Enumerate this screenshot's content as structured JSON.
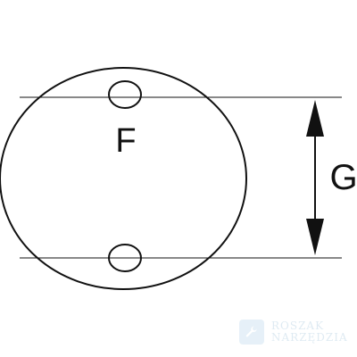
{
  "diagram": {
    "labels": {
      "f": "F",
      "g": "G"
    }
  },
  "watermark": {
    "line1": "Roszak",
    "line2": "Narzędzia",
    "icon": "wrench-icon",
    "color": "#8fc0e0"
  }
}
